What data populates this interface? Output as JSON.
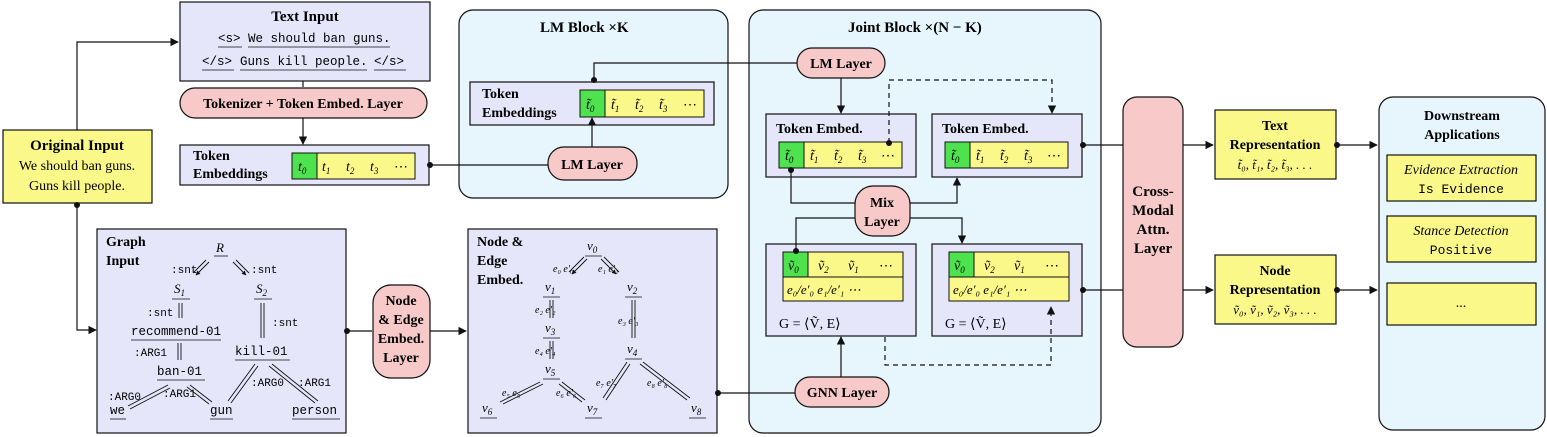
{
  "colors": {
    "lavender": "#e6e6fa",
    "light_blue": "#e6f6fc",
    "yellow": "#fbf88a",
    "green": "#4ee24e",
    "pink": "#f8c9c9",
    "stroke": "#111111"
  },
  "original_input": {
    "title": "Original Input",
    "line1": "We should ban guns.",
    "line2": "Guns kill people."
  },
  "text_input": {
    "title": "Text Input",
    "s_tag": "<s>",
    "line1": "We should ban guns.",
    "sep_tag": "</s>",
    "line2": "Guns kill people.",
    "end_tag": "</s>"
  },
  "tokenizer": {
    "label": "Tokenizer + Token Embed. Layer"
  },
  "token_embeddings": {
    "title_line1": "Token",
    "title_line2": "Embeddings",
    "t0": "t",
    "t0_sub": "0",
    "tokens": [
      "t",
      "t",
      "t",
      "⋯"
    ],
    "token_subs": [
      "1",
      "2",
      "3",
      ""
    ]
  },
  "lm_block": {
    "title": "LM Block ×K",
    "emb_line1": "Token",
    "emb_line2": "Embeddings",
    "lm_layer": "LM Layer"
  },
  "joint_block": {
    "title": "Joint Block ×(N − K)",
    "lm_layer": "LM Layer",
    "token_embed": "Token Embed.",
    "mix_layer_line1": "Mix",
    "mix_layer_line2": "Layer",
    "gnn_layer": "GNN Layer",
    "graph_formula": "G = ⟨Ṽ, E⟩",
    "edge_row": "e₀/e′₀  e₁/e′₁  ⋯"
  },
  "graph_input": {
    "title_line1": "Graph",
    "title_line2": "Input",
    "nodes": {
      "R": "R",
      "S1": "S",
      "S2": "S",
      "recommend": "recommend-01",
      "kill": "kill-01",
      "ban": "ban-01",
      "we": "we",
      "gun": "gun",
      "person": "person"
    },
    "edges": {
      "snt1": ":snt",
      "snt2": ":snt",
      "snt3": ":snt",
      "snt4": ":snt",
      "arg1_a": ":ARG1",
      "arg0_kill": ":ARG0",
      "arg1_kill": ":ARG1",
      "arg0_ban": ":ARG0",
      "arg1_ban": ":ARG1"
    }
  },
  "node_edge_layer": {
    "line1": "Node",
    "line2": "& Edge",
    "line3": "Embed.",
    "line4": "Layer"
  },
  "node_edge_embed": {
    "title_line1": "Node &",
    "title_line2": "Edge",
    "title_line3": "Embed."
  },
  "cross_modal": {
    "line1": "Cross-",
    "line2": "Modal",
    "line3": "Attn.",
    "line4": "Layer"
  },
  "text_representation": {
    "line1": "Text",
    "line2": "Representation",
    "line3": "t̃₀, t̃₁, t̃₂, t̃₃, . . ."
  },
  "node_representation": {
    "line1": "Node",
    "line2": "Representation",
    "line3": "ṽ₀, ṽ₁, ṽ₂, ṽ₃, . . ."
  },
  "downstream": {
    "title_line1": "Downstream",
    "title_line2": "Applications",
    "task1_name": "Evidence Extraction",
    "task1_value": "Is Evidence",
    "task2_name": "Stance Detection",
    "task2_value": "Positive",
    "task3": "..."
  }
}
